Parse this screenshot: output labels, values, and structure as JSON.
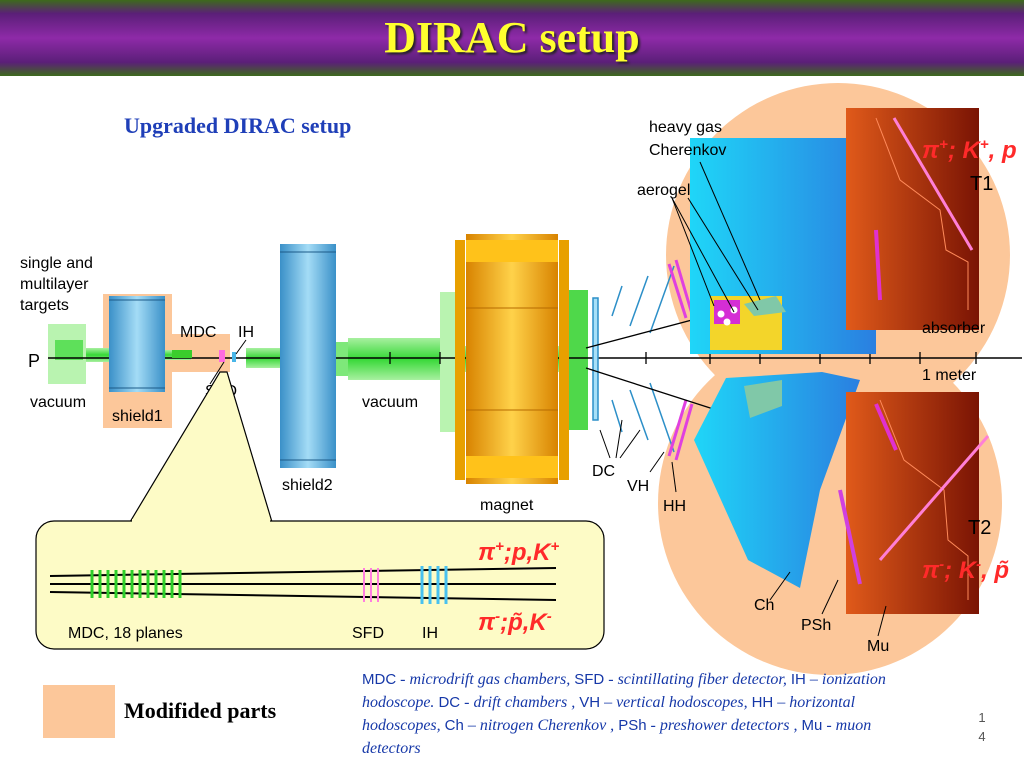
{
  "title": "DIRAC setup",
  "subtitle": "Upgraded DIRAC setup",
  "labels": {
    "targets_line1": "single and",
    "targets_line2": "multilayer",
    "targets_line3": "targets",
    "p": "P",
    "vacuum_left": "vacuum",
    "shield1": "shield1",
    "mdc": "MDC",
    "ih": "IH",
    "sfd": "SFD",
    "vacuum_mid": "vacuum",
    "shield2": "shield2",
    "magnet": "magnet",
    "dc": "DC",
    "vh": "VH",
    "hh": "HH",
    "ch": "Ch",
    "psh": "PSh",
    "mu": "Mu",
    "heavy_gas_line1": "heavy gas",
    "heavy_gas_line2": "Cherenkov",
    "aerogel": "aerogel",
    "t1": "T1",
    "t2": "T2",
    "absorber": "absorber",
    "one_meter": "1 meter"
  },
  "particles": {
    "top_right": {
      "base": "π",
      "sup1": "+",
      "mid": "; K",
      "sup2": "+",
      "end": ", p"
    },
    "bottom_right": {
      "base": "π",
      "sup1": "-",
      "mid": "; K",
      "sup2": "-",
      "end": ", p̃"
    },
    "inset_top": {
      "base": "π",
      "sup1": "+",
      "mid": ";p,K",
      "sup2": "+"
    },
    "inset_bottom": {
      "base": "π",
      "sup1": "-",
      "mid": ";p̃,K",
      "sup2": "-"
    }
  },
  "inset": {
    "mdc_label": "MDC, 18 planes",
    "sfd_label": "SFD",
    "ih_label": "IH"
  },
  "legend": {
    "text": "Modifided parts",
    "color": "#fcc79a"
  },
  "footnote": [
    {
      "abbr": "MDC",
      "sep": " - ",
      "text": "microdrift gas chambers, "
    },
    {
      "abbr": "SFD",
      "sep": " - ",
      "text": "scintillating fiber detector, "
    },
    {
      "abbr": "IH",
      "sep": " – ",
      "text": "ionization hodoscope. "
    },
    {
      "abbr": "DC",
      "sep": " - ",
      "text": "drift chambers , "
    },
    {
      "abbr": "VH",
      "sep": " – ",
      "text": "vertical hodoscopes, "
    },
    {
      "abbr": "HH",
      "sep": " – ",
      "text": "horizontal hodoscopes, "
    },
    {
      "abbr": "Ch",
      "sep": " – ",
      "text": "nitrogen Cherenkov , "
    },
    {
      "abbr": "PSh",
      "sep": " - ",
      "text": "preshower detectors , "
    },
    {
      "abbr": "Mu",
      "sep": " - ",
      "text": "muon detectors"
    }
  ],
  "page_number": {
    "line1": "1",
    "line2": "4"
  },
  "colors": {
    "modified": "#fcc79a",
    "title": "#ffff2e",
    "blue_text": "#1f3fb8",
    "particle": "#ff2a2a",
    "inset_bg": "#fdfbc6"
  }
}
